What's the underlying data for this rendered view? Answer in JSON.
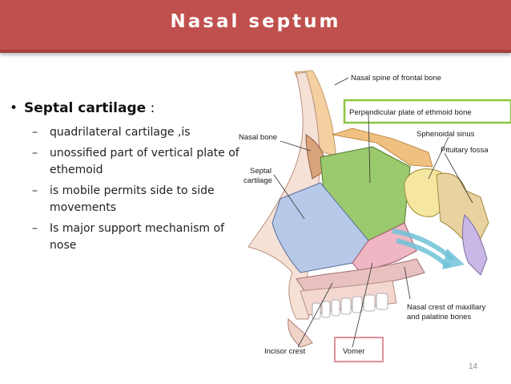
{
  "slide": {
    "title": "Nasal septum",
    "page_number": "14"
  },
  "bullets": {
    "main_term": "Septal cartilage",
    "main_suffix": " :",
    "points": [
      "quadrilateral cartilage ,is",
      "unossified part of vertical plate of ethemoid",
      "is mobile permits side to side movements",
      "Is major support mechanism of nose"
    ]
  },
  "figure_labels": {
    "nasal_spine": "Nasal spine of frontal bone",
    "perpendicular_plate": "Perpendicular plate of ethmoid bone",
    "nasal_bone": "Nasal bone",
    "sphenoidal_sinus": "Sphenoidal sinus",
    "pituitary_fossa": "Pituitary fossa",
    "septal_cartilage_1": "Septal",
    "septal_cartilage_2": "cartilage",
    "nasal_crest_1": "Nasal crest of maxillary",
    "nasal_crest_2": "and palatine bones",
    "incisor_crest": "Incisor crest",
    "vomer": "Vomer"
  },
  "colors": {
    "title_bar": "#c0504d",
    "highlight_box": "#8dc63f",
    "vomer_box": "#e08f9c",
    "septal_cartilage": "#b7c9e8",
    "perpendicular_plate": "#9bc96e",
    "vomer": "#f0b6c4"
  }
}
